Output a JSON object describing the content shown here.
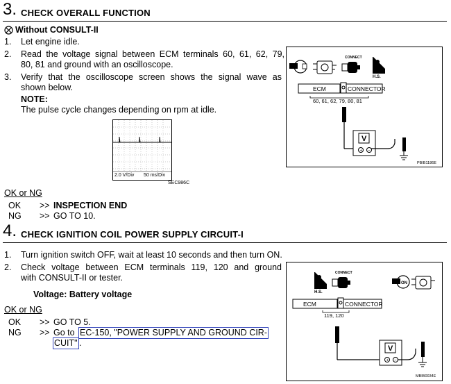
{
  "section3": {
    "number": "3.",
    "title": "CHECK OVERALL FUNCTION",
    "mode_label": "Without CONSULT-II",
    "steps": [
      {
        "num": "1.",
        "lines": [
          "Let engine idle."
        ]
      },
      {
        "num": "2.",
        "lines": [
          "Read the voltage signal between ECM terminals 60, 61, 62, 79,",
          "80, 81 and ground with an oscilloscope."
        ]
      },
      {
        "num": "3.",
        "lines": [
          "Verify that the oscilloscope screen shows the signal wave as",
          "shown below."
        ]
      }
    ],
    "note_label": "NOTE:",
    "note_text": "The pulse cycle changes depending on rpm at idle.",
    "scope": {
      "scale_left": "2.0 V/Div",
      "scale_right": "50 ms/Div",
      "code": "SEC986C"
    },
    "diagram": {
      "connect_label": "CONNECT",
      "hs_label": "H.S.",
      "ecm_label": "ECM",
      "connector_label": "CONNECTOR",
      "terminals": "60, 61, 62, 79, 80, 81",
      "meter_label": "V",
      "code": "PBIB1186E"
    },
    "result_header": "OK or NG",
    "results": [
      {
        "key": "OK",
        "arrow": ">>",
        "text": "INSPECTION END"
      },
      {
        "key": "NG",
        "arrow": ">>",
        "text": "GO TO 10."
      }
    ]
  },
  "section4": {
    "number": "4.",
    "title": "CHECK IGNITION COIL POWER SUPPLY CIRCUIT-I",
    "steps": [
      {
        "num": "1.",
        "lines": [
          "Turn ignition switch OFF, wait at least 10 seconds and then turn ON."
        ]
      },
      {
        "num": "2.",
        "lines": [
          "Check voltage between ECM terminals 119, 120 and ground",
          "with CONSULT-II or tester."
        ]
      }
    ],
    "voltage_label": "Voltage: Battery voltage",
    "result_header": "OK or NG",
    "results": [
      {
        "key": "OK",
        "arrow": ">>",
        "text": "GO TO 5."
      },
      {
        "key": "NG",
        "arrow": ">>",
        "text": "Go to ",
        "link_line1": "EC-150, \"POWER SUPPLY AND GROUND CIR-",
        "link_line2": "CUIT\"",
        "tail": "."
      }
    ],
    "diagram": {
      "connect_label": "CONNECT",
      "hs_label": "H.S.",
      "ecm_label": "ECM",
      "connector_label": "CONNECTOR",
      "terminals": "119, 120",
      "meter_label": "V",
      "code": "MBIB0034E"
    }
  }
}
